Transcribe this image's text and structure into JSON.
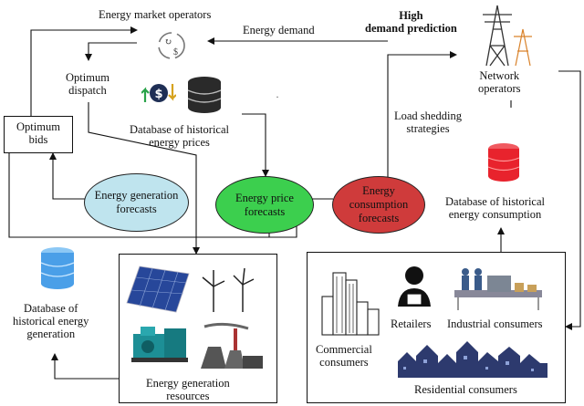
{
  "labels": {
    "market_operators": "Energy market operators",
    "optimum_dispatch_1": "Optimum",
    "optimum_dispatch_2": "dispatch",
    "energy_demand": "Energy demand",
    "high_demand_1": "High",
    "high_demand_2": "demand prediction",
    "network_operators_1": "Network",
    "network_operators_2": "operators",
    "load_shedding_1": "Load shedding",
    "load_shedding_2": "strategies",
    "db_prices_1": "Database of historical",
    "db_prices_2": "energy prices",
    "optimum_bids_1": "Optimum",
    "optimum_bids_2": "bids",
    "db_consumption_1": "Database of historical",
    "db_consumption_2": "energy consumption",
    "db_generation_1": "Database of",
    "db_generation_2": "historical energy",
    "db_generation_3": "generation",
    "generation_resources_1": "Energy generation",
    "generation_resources_2": "resources",
    "commercial_1": "Commercial",
    "commercial_2": "consumers",
    "retailers": "Retailers",
    "industrial": "Industrial consumers",
    "residential": "Residential consumers"
  },
  "ellipses": {
    "generation_forecasts": "Energy generation forecasts",
    "price_forecasts": "Energy price forecasts",
    "consumption_forecasts": "Energy consumption forecasts"
  },
  "colors": {
    "generation_ellipse": "#bfe4ee",
    "price_ellipse": "#3ccf4e",
    "consumption_ellipse": "#cf3b3b",
    "db_blue": "#4a9fe8",
    "db_red": "#e8232d",
    "db_black": "#2a2a2a",
    "house_navy": "#2d3a6e",
    "turbine_teal": "#1d8f96"
  },
  "icons": [
    "market-exchange-icon",
    "dollar-arrows-icon",
    "transmission-tower-icon",
    "solar-panel-icon",
    "wind-turbine-icon",
    "generator-icon",
    "power-plant-icon",
    "skyscraper-icon",
    "retailer-person-icon",
    "factory-line-icon",
    "houses-icon"
  ]
}
